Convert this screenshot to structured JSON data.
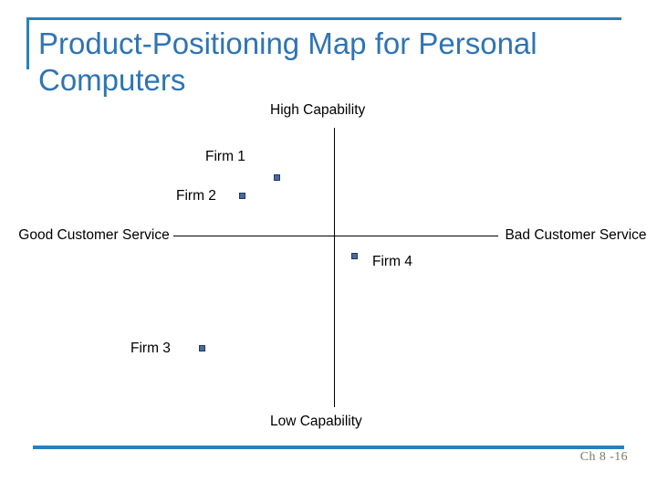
{
  "slide": {
    "title": "Product-Positioning Map for Personal Computers",
    "accent_color": "#2980BC",
    "title_color": "#2E74B5",
    "marker_color": "#4A6A9B",
    "footer": {
      "page_label": "Ch 8 -16"
    }
  },
  "chart_data": {
    "type": "scatter",
    "title": "Product-Positioning Map for Personal Computers",
    "xlabel": "",
    "ylabel": "",
    "grid": false,
    "legend": "none",
    "axes": {
      "y_top_label": "High Capability",
      "y_bottom_label": "Low Capability",
      "x_left_label": "Good Customer Service",
      "x_right_label": "Bad Customer Service",
      "xlim": [
        -1,
        1
      ],
      "ylim": [
        -1,
        1
      ],
      "origin_crossing": true
    },
    "points": [
      {
        "name": "Firm 1",
        "x": -0.35,
        "y": 0.44,
        "quadrant": "good-service / high-capability"
      },
      {
        "name": "Firm 2",
        "x": -0.57,
        "y": 0.31,
        "quadrant": "good-service / high-capability"
      },
      {
        "name": "Firm 3",
        "x": -0.83,
        "y": -0.79,
        "quadrant": "good-service / low-capability"
      },
      {
        "name": "Firm 4",
        "x": 0.11,
        "y": -0.13,
        "quadrant": "bad-service / low-capability"
      }
    ]
  },
  "labels": {
    "high_capability": "High Capability",
    "low_capability": "Low Capability",
    "good_customer_service": "Good Customer Service",
    "bad_customer_service": "Bad Customer Service",
    "firm1": "Firm 1",
    "firm2": "Firm 2",
    "firm3": "Firm 3",
    "firm4": "Firm 4"
  }
}
